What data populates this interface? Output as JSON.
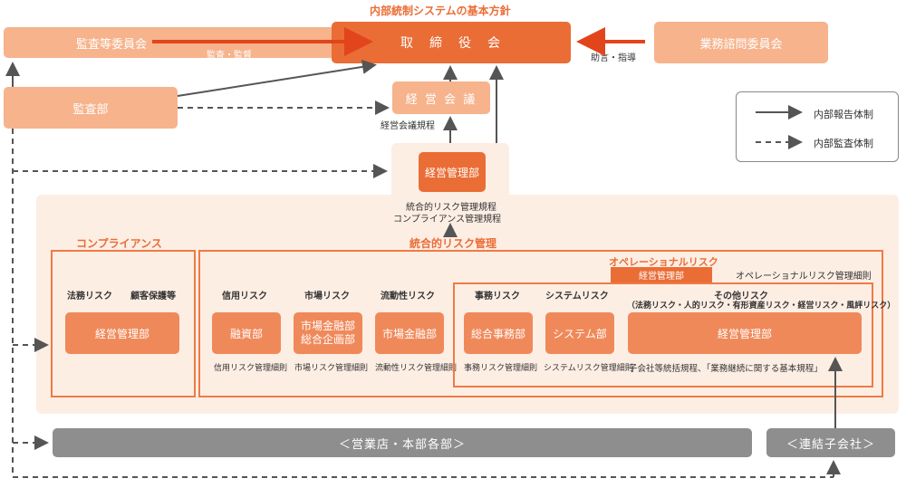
{
  "title": "内部統制システムの基本方針",
  "board": "取　締　役　会",
  "audit_committee": "監査等委員会",
  "audit_supervise": "監査・監督",
  "advisory_committee": "業務諮問委員会",
  "advice": "助言・指導",
  "audit_dept": "監査部",
  "management_meeting": "経 営 会 議",
  "management_meeting_rules": "経営会議規程",
  "management_dept": "経営管理部",
  "top_rules": [
    "統合的リスク管理規程",
    "コンプライアンス管理規程"
  ],
  "legend": {
    "report": "内部報告体制",
    "audit": "内部監査体制"
  },
  "compliance": {
    "title": "コンプライアンス",
    "risks": [
      "法務リスク",
      "顧客保護等"
    ],
    "box": "経営管理部"
  },
  "integrated_risk": {
    "title": "統合的リスク管理",
    "columns": [
      {
        "risk": "信用リスク",
        "box": "融資部",
        "rule": "信用リスク管理細則"
      },
      {
        "risk": "市場リスク",
        "box_lines": [
          "市場金融部",
          "総合企画部"
        ],
        "rule": "市場リスク管理細則"
      },
      {
        "risk": "流動性リスク",
        "box": "市場金融部",
        "rule": "流動性リスク管理細則"
      }
    ]
  },
  "operational": {
    "title": "オペレーショナルリスク",
    "tag": "経営管理部",
    "rule": "オペレーショナルリスク管理細則",
    "columns": [
      {
        "risk": "事務リスク",
        "box": "総合事務部",
        "rule": "事務リスク管理細則"
      },
      {
        "risk": "システムリスク",
        "box": "システム部",
        "rule": "システムリスク管理細則"
      },
      {
        "risk": "その他リスク",
        "risk_sub": "（法務リスク・人的リスク・有形資産リスク・経営リスク・風評リスク）",
        "box": "経営管理部",
        "rule": "子会社等統括規程、「業務継続に関する基本規程」"
      }
    ]
  },
  "branches": "＜営業店・本部各部＞",
  "subsidiaries": "＜連結子会社＞",
  "colors": {
    "dark": "#ea6d36",
    "mid": "#f0895a",
    "light": "#f6b38c",
    "panel": "#fdeee4",
    "gray": "#8e8e8e"
  }
}
